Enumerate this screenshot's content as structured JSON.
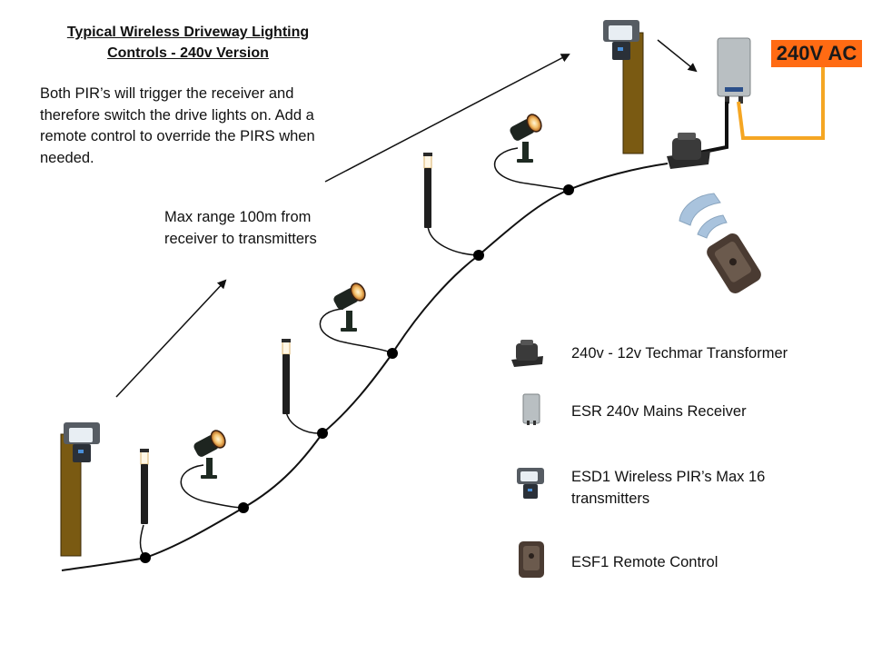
{
  "title": "Typical Wireless Driveway Lighting Controls - 240v Version",
  "intro": "Both PIR’s will trigger the receiver and therefore switch the drive lights on. Add a remote control to override the PIRS when needed.",
  "range_note": "Max range 100m from receiver to transmitters",
  "power_label": "240V AC",
  "legend": [
    {
      "icon": "transformer-icon",
      "label": "240v - 12v Techmar Transformer"
    },
    {
      "icon": "receiver-icon",
      "label": "ESR 240v Mains Receiver"
    },
    {
      "icon": "pir-sensor-icon",
      "label": "ESD1 Wireless PIR’s Max 16 transmitters"
    },
    {
      "icon": "remote-control-icon",
      "label": "ESF1 Remote Control"
    }
  ],
  "colors": {
    "power_cable": "#f5a623",
    "power_label_bg": "#ff6b13",
    "post": "#7a5a12",
    "cable": "#111111"
  }
}
